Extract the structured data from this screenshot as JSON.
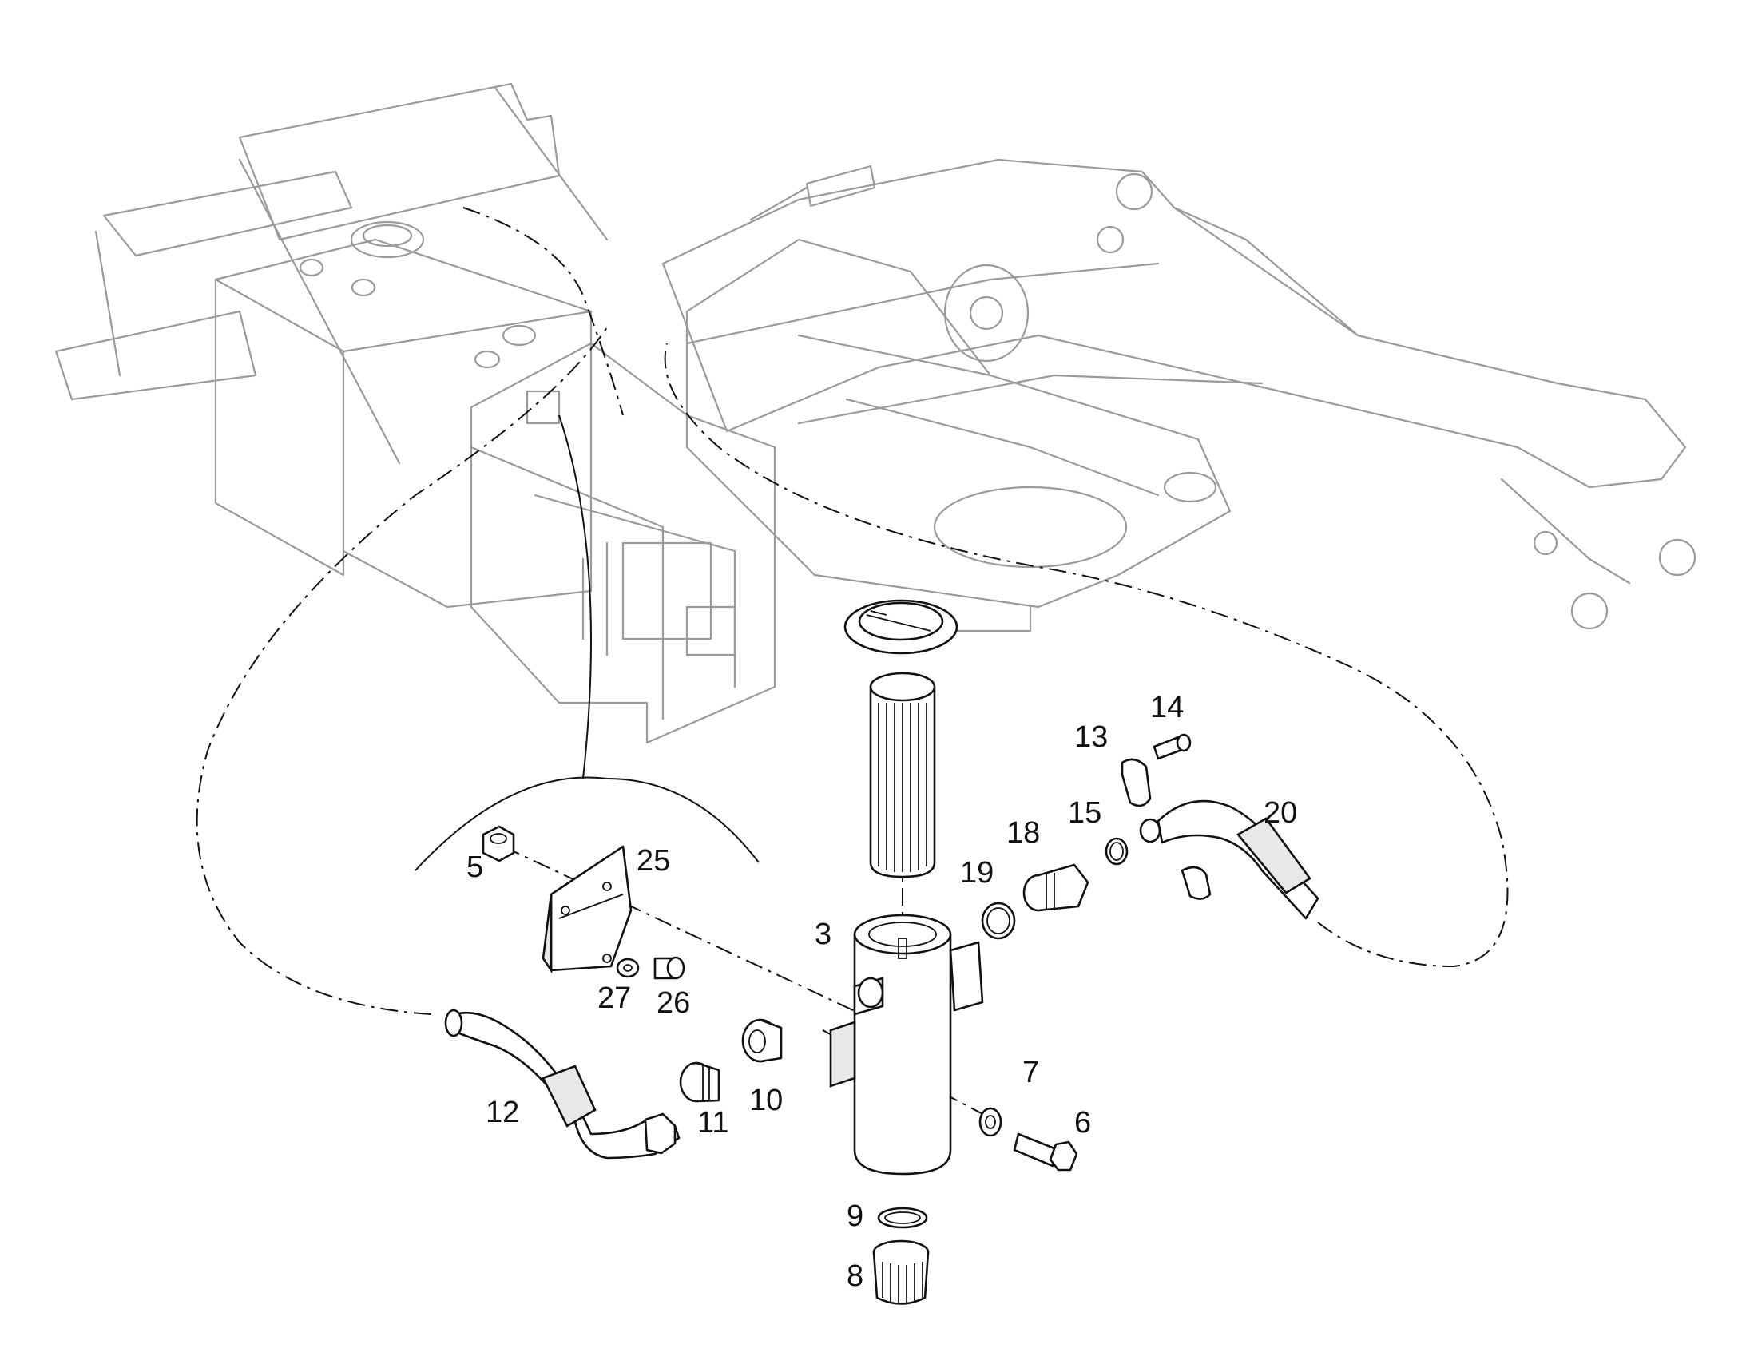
{
  "callouts": {
    "c3": "3",
    "c5": "5",
    "c6": "6",
    "c7": "7",
    "c8": "8",
    "c9": "9",
    "c10": "10",
    "c11": "11",
    "c12": "12",
    "c13": "13",
    "c14": "14",
    "c15": "15",
    "c18": "18",
    "c19": "19",
    "c20": "20",
    "c25": "25",
    "c26": "26",
    "c27": "27"
  }
}
